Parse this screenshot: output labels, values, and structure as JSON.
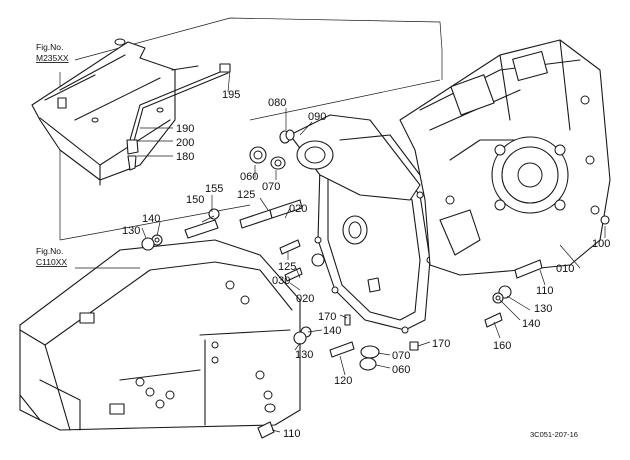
{
  "figure_refs": [
    {
      "line1": "Fig.No.",
      "line2": "M235XX"
    },
    {
      "line1": "Fig.No.",
      "line2": "C110XX"
    }
  ],
  "callouts": [
    "195",
    "190",
    "200",
    "180",
    "080",
    "090",
    "060",
    "070",
    "155",
    "150",
    "125",
    "020",
    "140",
    "130",
    "125",
    "030",
    "020",
    "100",
    "010",
    "110",
    "130",
    "140",
    "160",
    "170",
    "140",
    "130",
    "170",
    "070",
    "120",
    "060",
    "110"
  ],
  "diagram_code": "3C051-207-16"
}
